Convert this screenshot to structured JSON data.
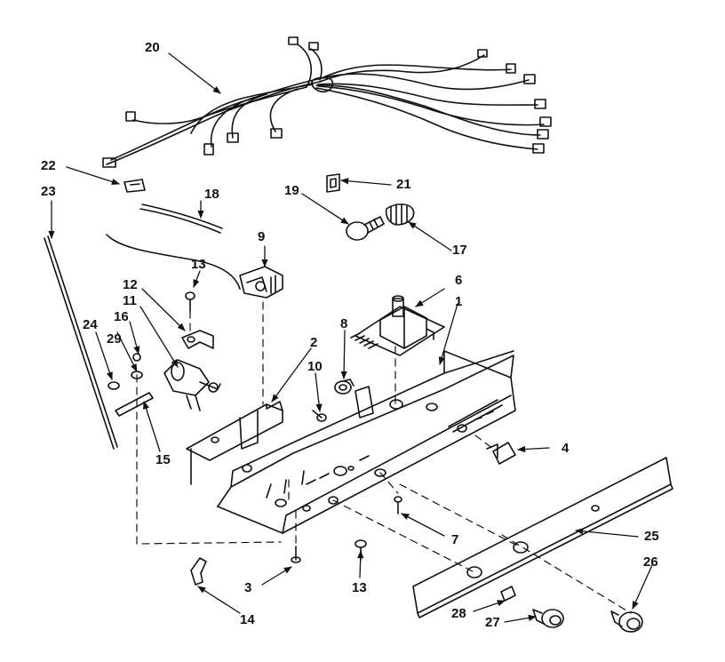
{
  "diagram": {
    "ink_color": "#111111",
    "background": "#ffffff",
    "callouts": [
      {
        "id": "1",
        "label": "1"
      },
      {
        "id": "2",
        "label": "2"
      },
      {
        "id": "3",
        "label": "3"
      },
      {
        "id": "4",
        "label": "4"
      },
      {
        "id": "6",
        "label": "6"
      },
      {
        "id": "7",
        "label": "7"
      },
      {
        "id": "8",
        "label": "8"
      },
      {
        "id": "9",
        "label": "9"
      },
      {
        "id": "10",
        "label": "10"
      },
      {
        "id": "11",
        "label": "11"
      },
      {
        "id": "12",
        "label": "12"
      },
      {
        "id": "13a",
        "label": "13"
      },
      {
        "id": "13b",
        "label": "13"
      },
      {
        "id": "14",
        "label": "14"
      },
      {
        "id": "15",
        "label": "15"
      },
      {
        "id": "16",
        "label": "16"
      },
      {
        "id": "17",
        "label": "17"
      },
      {
        "id": "18",
        "label": "18"
      },
      {
        "id": "19",
        "label": "19"
      },
      {
        "id": "20",
        "label": "20"
      },
      {
        "id": "21",
        "label": "21"
      },
      {
        "id": "22",
        "label": "22"
      },
      {
        "id": "23",
        "label": "23"
      },
      {
        "id": "24",
        "label": "24"
      },
      {
        "id": "25",
        "label": "25"
      },
      {
        "id": "26",
        "label": "26"
      },
      {
        "id": "27",
        "label": "27"
      },
      {
        "id": "28",
        "label": "28"
      },
      {
        "id": "29",
        "label": "29"
      }
    ]
  }
}
